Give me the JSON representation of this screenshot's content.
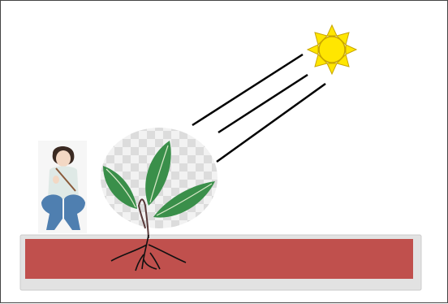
{
  "scene": {
    "elements": [
      "sun",
      "light-rays",
      "plant-with-leaves",
      "roots",
      "soil",
      "person-illustration"
    ],
    "colors": {
      "border": "#444444",
      "sun_fill": "#ffe600",
      "sun_outline": "#c9a600",
      "ray": "#000000",
      "leaf": "#3a8f4a",
      "leaf_vein": "#d9e9c9",
      "stem": "#5a3a3a",
      "root": "#111111",
      "soil": "#c0504d",
      "soil_frame": "#e2e2e2",
      "checker_light": "#f2f2f2",
      "checker_dark": "#dcdcdc",
      "shirt": "#dfe9e6",
      "jeans": "#4f7fb0",
      "hair": "#3b2a22",
      "skin": "#f3d8c4"
    }
  }
}
